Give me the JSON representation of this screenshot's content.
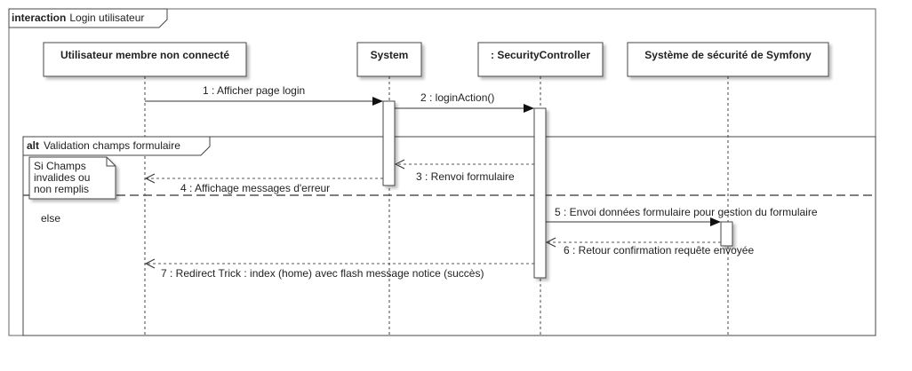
{
  "frame": {
    "keyword": "interaction",
    "name": "Login utilisateur"
  },
  "lifelines": [
    {
      "id": "user",
      "label": "Utilisateur membre non connecté"
    },
    {
      "id": "system",
      "label": "System"
    },
    {
      "id": "controller",
      "label": ": SecurityController"
    },
    {
      "id": "symfony",
      "label": "Système de sécurité de Symfony"
    }
  ],
  "alt": {
    "keyword": "alt",
    "name": "Validation champs formulaire",
    "else_label": "else"
  },
  "note": {
    "lines": [
      "Si Champs",
      "invalides ou",
      "non remplis"
    ]
  },
  "messages": [
    {
      "id": "m1",
      "label": "1 : Afficher page login",
      "kind": "sync"
    },
    {
      "id": "m2",
      "label": "2 : loginAction()",
      "kind": "sync"
    },
    {
      "id": "m3",
      "label": "3 : Renvoi formulaire",
      "kind": "reply"
    },
    {
      "id": "m4",
      "label": "4 : Affichage messages d'erreur",
      "kind": "reply"
    },
    {
      "id": "m5",
      "label": "5 : Envoi données formulaire pour gestion du formulaire",
      "kind": "sync"
    },
    {
      "id": "m6",
      "label": "6 : Retour confirmation requête envoyée",
      "kind": "reply"
    },
    {
      "id": "m7",
      "label": "7 : Redirect Trick : index (home) avec  flash message  notice (succès)",
      "kind": "reply"
    }
  ]
}
